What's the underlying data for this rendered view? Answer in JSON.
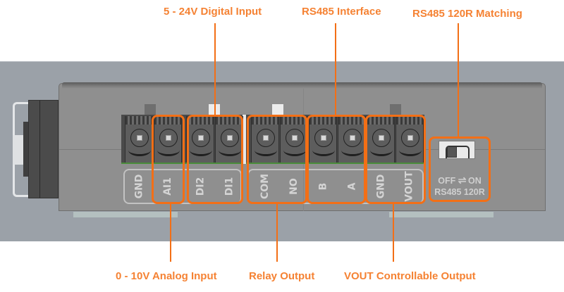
{
  "diagram": {
    "subject": "Controller module terminal block",
    "accent_color": "#f36f16",
    "callouts_top": [
      {
        "id": "digital-input",
        "label": "5 - 24V Digital Input"
      },
      {
        "id": "rs485-interface",
        "label": "RS485 Interface"
      },
      {
        "id": "rs485-matching",
        "label": "RS485 120R Matching"
      }
    ],
    "callouts_bottom": [
      {
        "id": "analog-input",
        "label": "0 - 10V Analog Input"
      },
      {
        "id": "relay-output",
        "label": "Relay Output"
      },
      {
        "id": "vout-output",
        "label": "VOUT Controllable Output"
      }
    ],
    "terminals": [
      {
        "label": "GND",
        "group": "analog"
      },
      {
        "label": "AI1",
        "group": "analog"
      },
      {
        "label": "DI2",
        "group": "digital"
      },
      {
        "label": "DI1",
        "group": "digital"
      },
      {
        "label": "COM",
        "group": "relay"
      },
      {
        "label": "NO",
        "group": "relay"
      },
      {
        "label": "B",
        "group": "rs485"
      },
      {
        "label": "A",
        "group": "rs485"
      },
      {
        "label": "GND",
        "group": "vout"
      },
      {
        "label": "VOUT",
        "group": "vout"
      }
    ],
    "dip_switch": {
      "off_label": "OFF",
      "arrow_icon": "⇌",
      "on_label": "ON",
      "caption": "RS485 120R",
      "state": "OFF"
    }
  }
}
